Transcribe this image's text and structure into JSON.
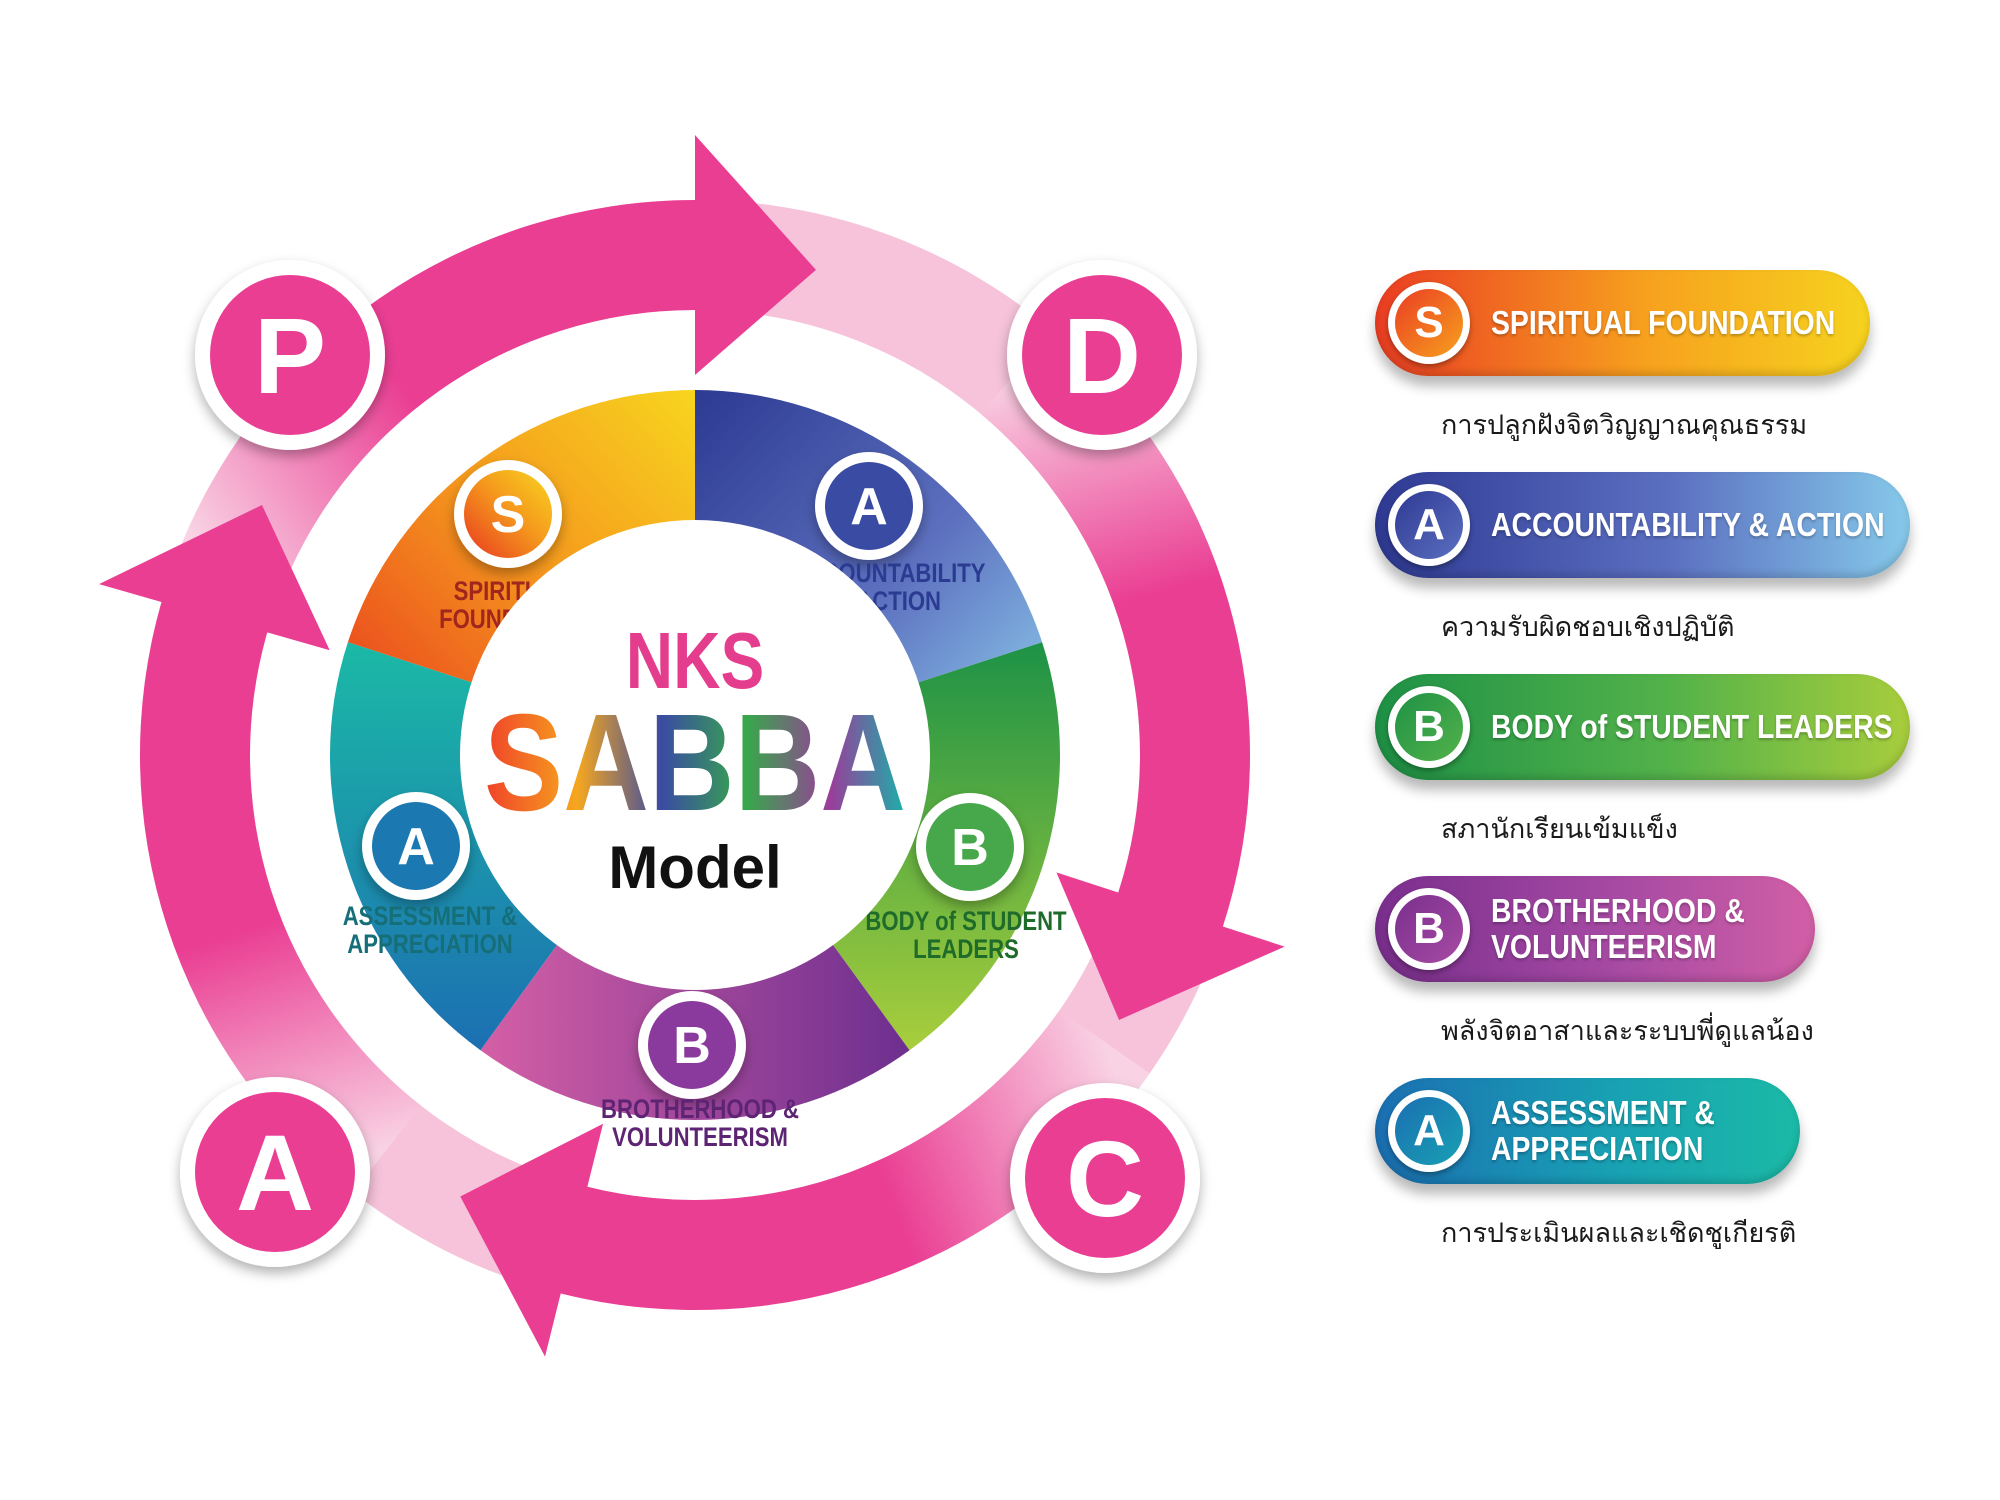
{
  "cycle": {
    "letters": [
      "P",
      "D",
      "C",
      "A"
    ],
    "color": "#ea3e93"
  },
  "center": {
    "line1": "NKS",
    "line2": "SABBA",
    "line3": "Model"
  },
  "wheel_segments": [
    {
      "letter": "S",
      "label_lines": [
        "SPIRITUAL",
        "FOUNDATION"
      ],
      "label_color": "#a0261e"
    },
    {
      "letter": "A",
      "label_lines": [
        "ACCOUNTABILITY",
        "& ACTION"
      ],
      "label_color": "#2b3b91"
    },
    {
      "letter": "B",
      "label_lines": [
        "BODY of STUDENT",
        "LEADERS"
      ],
      "label_color": "#1f6b2a"
    },
    {
      "letter": "B",
      "label_lines": [
        "BROTHERHOOD &",
        "VOLUNTEERISM"
      ],
      "label_color": "#5e2474"
    },
    {
      "letter": "A",
      "label_lines": [
        "ASSESSMENT &",
        "APPRECIATION"
      ],
      "label_color": "#166f78"
    }
  ],
  "legend": [
    {
      "letter": "S",
      "title_lines": [
        "SPIRITUAL FOUNDATION"
      ],
      "thai": "การปลูกฝังจิตวิญญาณคุณธรรม",
      "colors": [
        "#ea3d23",
        "#f7a11e",
        "#f6d31e"
      ]
    },
    {
      "letter": "A",
      "title_lines": [
        "ACCOUNTABILITY & ACTION"
      ],
      "thai": "ความรับผิดชอบเชิงปฏิบัติ",
      "colors": [
        "#2f3a93",
        "#5b6fc0",
        "#86c9ea"
      ]
    },
    {
      "letter": "B",
      "title_lines": [
        "BODY of STUDENT LEADERS"
      ],
      "thai": "สภานักเรียนเข้มแข็ง",
      "colors": [
        "#1e9146",
        "#53b24a",
        "#a8cd3c"
      ]
    },
    {
      "letter": "B",
      "title_lines": [
        "BROTHERHOOD &",
        "VOLUNTEERISM"
      ],
      "thai": "พลังจิตอาสาและระบบพี่ดูแลน้อง",
      "colors": [
        "#7a2f8e",
        "#a64aa3",
        "#d25fa6"
      ]
    },
    {
      "letter": "A",
      "title_lines": [
        "ASSESSMENT &",
        "APPRECIATION"
      ],
      "thai": "การประเมินผลและเชิดชูเกียรติ",
      "colors": [
        "#1b6fb2",
        "#18a0b3",
        "#1bbaa6"
      ]
    }
  ]
}
